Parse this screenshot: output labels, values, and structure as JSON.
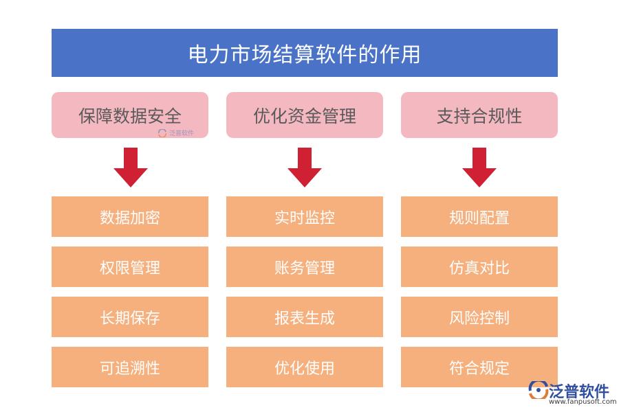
{
  "title": "电力市场结算软件的作用",
  "colors": {
    "title_bg": "#4a72c6",
    "category_bg": "#f4b8c1",
    "item_bg": "#f5b07e",
    "arrow": "#cf2034"
  },
  "columns": [
    {
      "category": "保障数据安全",
      "items": [
        "数据加密",
        "权限管理",
        "长期保存",
        "可追溯性"
      ]
    },
    {
      "category": "优化资金管理",
      "items": [
        "实时监控",
        "账务管理",
        "报表生成",
        "优化使用"
      ]
    },
    {
      "category": "支持合规性",
      "items": [
        "规则配置",
        "仿真对比",
        "风险控制",
        "符合规定"
      ]
    }
  ],
  "watermark": {
    "text": "泛普软件",
    "icon": "fanpu-logo-icon"
  },
  "logo": {
    "name": "泛普软件",
    "url": "www.fanpusoft.com",
    "icon": "fanpu-logo-icon"
  }
}
